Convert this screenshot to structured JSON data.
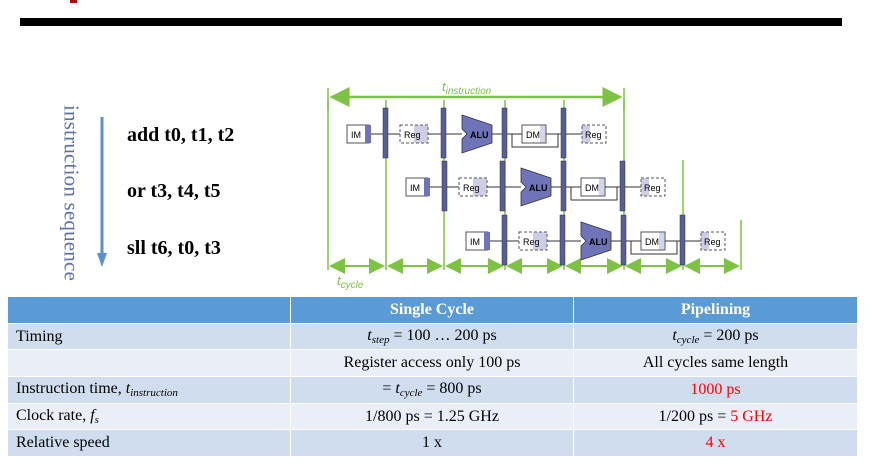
{
  "instruction_sequence_label": "instruction sequence",
  "instructions": [
    "add t0, t1, t2",
    "or t3, t4, t5",
    "sll t6, t0, t3"
  ],
  "diagram": {
    "t_instruction_base": "t",
    "t_instruction_sub": "instruction",
    "t_cycle_base": "t",
    "t_cycle_sub": "cycle",
    "stage_labels": {
      "im": "IM",
      "reg": "Reg",
      "alu": "ALU",
      "dm": "DM"
    },
    "colors": {
      "timing": "#7dc242",
      "stage": "#6f74b8",
      "register": "#555f98"
    }
  },
  "table": {
    "headers": [
      "",
      "Single Cycle",
      "Pipelining"
    ],
    "rows": [
      {
        "label": "Timing",
        "single": {
          "pre": "",
          "var": "t",
          "sub": "step",
          "post": " = 100 … 200 ps"
        },
        "pipe": {
          "pre": "",
          "var": "t",
          "sub": "cycle",
          "post": " = 200 ps",
          "hl": ""
        }
      },
      {
        "label": "",
        "single_text": "Register access only 100 ps",
        "pipe_text": "All cycles same length"
      },
      {
        "label_base": "Instruction time, ",
        "label_var": "t",
        "label_sub": "instruction",
        "single": {
          "pre": "= ",
          "var": "t",
          "sub": "cycle",
          "post": " = 800 ps"
        },
        "pipe_text": "1000 ps"
      },
      {
        "label_base": "Clock rate, ",
        "label_var": "f",
        "label_sub": "s",
        "single_text": "1/800 ps = 1.25 GHz",
        "pipe_pre": "1/200 ps = ",
        "pipe_hl": "5 GHz"
      },
      {
        "label": "Relative speed",
        "single_text": "1 x",
        "pipe_text": "4 x"
      }
    ]
  }
}
